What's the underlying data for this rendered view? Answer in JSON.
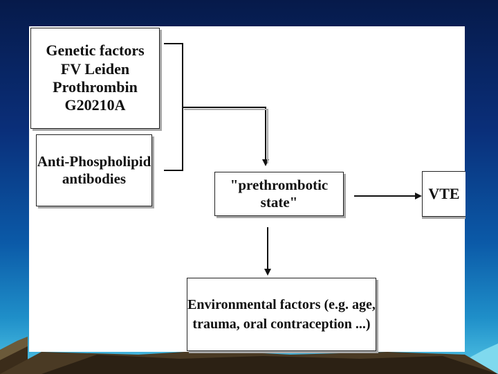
{
  "diagram": {
    "genetic_box": {
      "lines": [
        "Genetic factors",
        "FV Leiden",
        "Prothrombin G20210A"
      ]
    },
    "antiphospholipid_box": {
      "lines": [
        "Anti-Phospholipid",
        "antibodies"
      ]
    },
    "prethrombotic_box": {
      "label": "\"prethrombotic state\""
    },
    "vte_box": {
      "label": "VTE"
    },
    "environmental_box": {
      "lines": [
        "Environmental factors (e.g. age,",
        "trauma, oral contraception ...)"
      ]
    }
  },
  "colors": {
    "background_top": "#061a4a",
    "background_bottom": "#54c7e6",
    "box_border": "#222222",
    "box_shadow": "#a8a8a8"
  }
}
